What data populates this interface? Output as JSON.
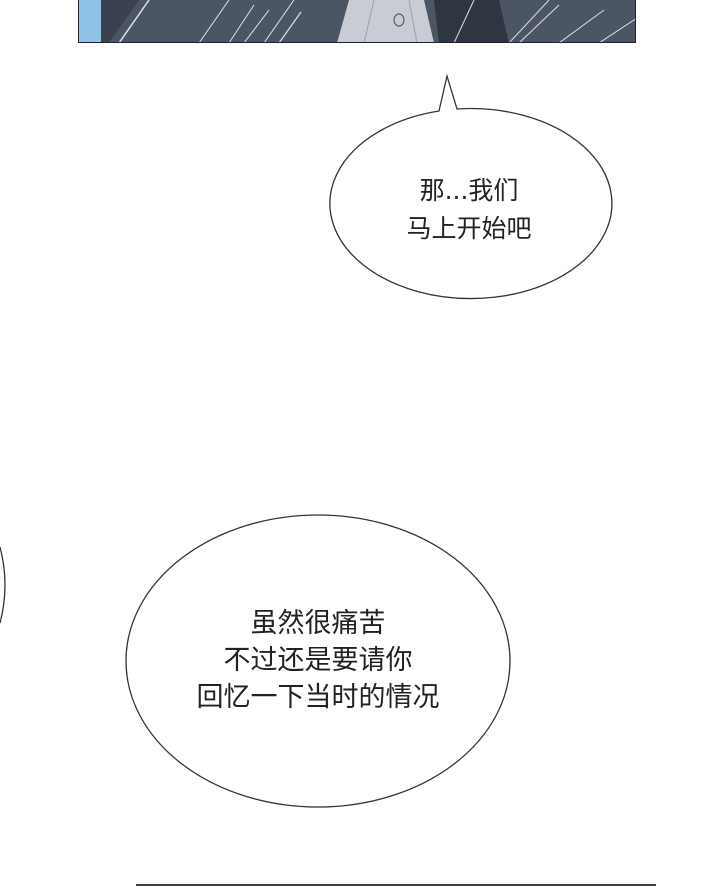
{
  "page": {
    "background": "#ffffff"
  },
  "panel_top": {
    "palette": {
      "sky": "#8fc3e6",
      "jacket": "#4b5563",
      "jacket_dark": "#2f3642",
      "shirt": "#c9ccd4",
      "line": "#dfe3ea"
    }
  },
  "bubble_1": {
    "lines": [
      "那...我们",
      "马上开始吧"
    ],
    "text_color": "#222222"
  },
  "bubble_2": {
    "lines": [
      "虽然很痛苦",
      "不过还是要请你",
      "回忆一下当时的情况"
    ],
    "text_color": "#222222"
  }
}
